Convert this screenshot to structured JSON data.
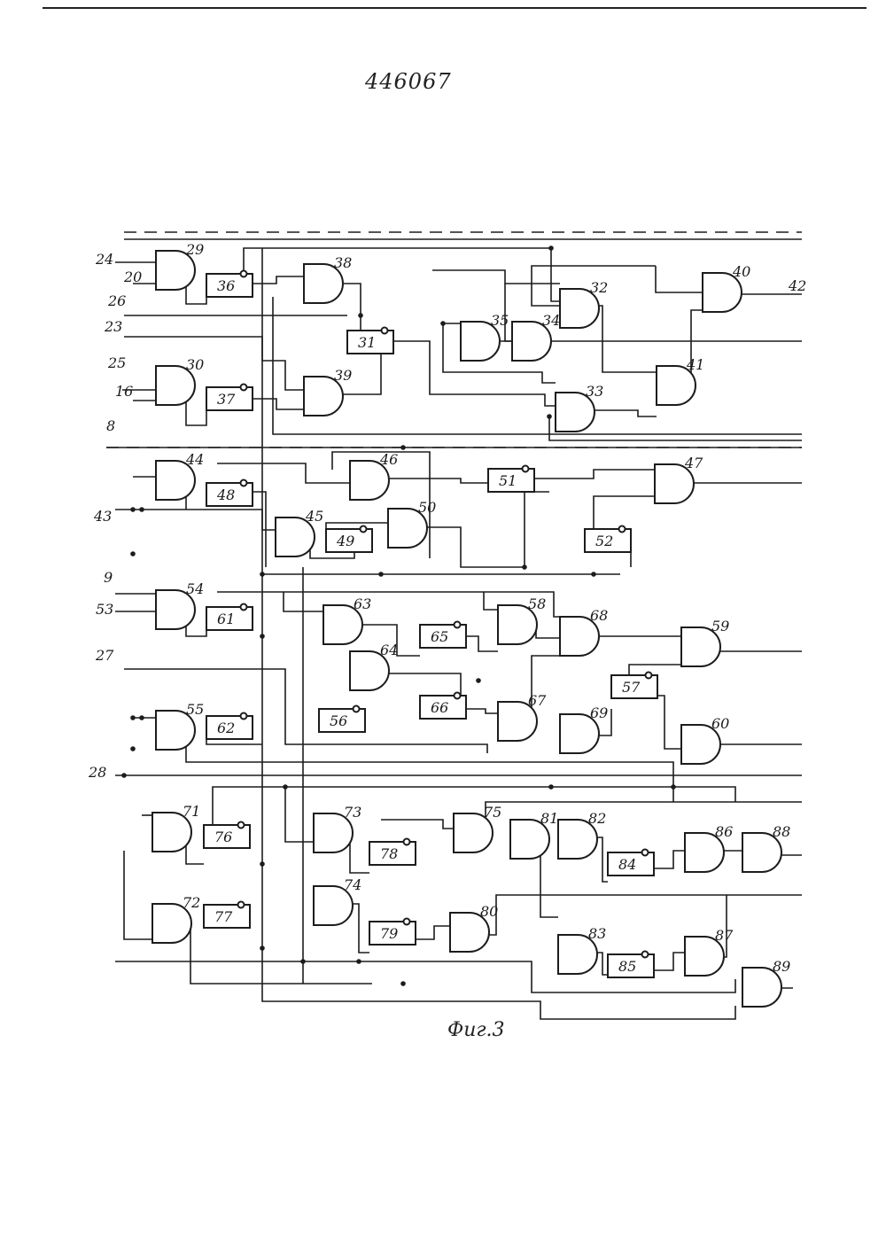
{
  "document": {
    "patent_number": "446067",
    "figure_caption": "Фиг.3"
  },
  "circuit": {
    "input_labels": [
      "24",
      "20",
      "26",
      "23",
      "25",
      "16",
      "8",
      "43",
      "9",
      "53",
      "27",
      "28"
    ],
    "output_labels": [
      "42"
    ],
    "and_gates": [
      "29",
      "38",
      "32",
      "35",
      "34",
      "40",
      "30",
      "39",
      "33",
      "41",
      "44",
      "46",
      "47",
      "45",
      "50",
      "54",
      "63",
      "58",
      "68",
      "59",
      "64",
      "67",
      "69",
      "60",
      "55",
      "71",
      "73",
      "75",
      "81",
      "82",
      "86",
      "88",
      "72",
      "74",
      "80",
      "83",
      "87",
      "89"
    ],
    "inverter_blocks": [
      "36",
      "31",
      "37",
      "48",
      "51",
      "49",
      "52",
      "61",
      "65",
      "66",
      "57",
      "56",
      "62",
      "76",
      "78",
      "84",
      "77",
      "79",
      "85"
    ]
  }
}
